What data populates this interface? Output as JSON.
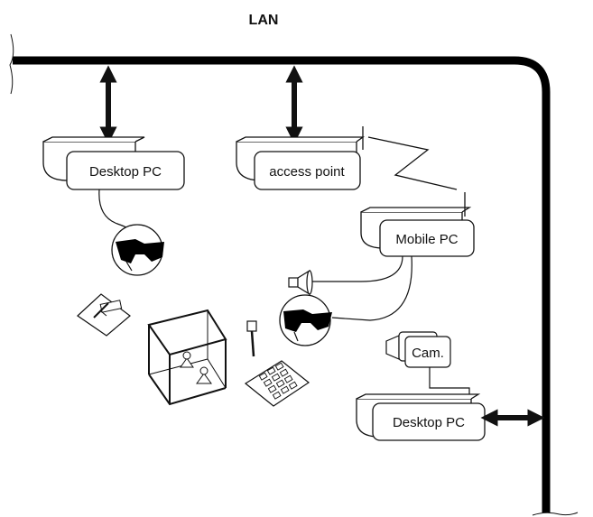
{
  "diagram": {
    "title": "LAN",
    "nodes": {
      "desktop_pc_top": {
        "label": "Desktop PC"
      },
      "access_point": {
        "label": "access point"
      },
      "mobile_pc": {
        "label": "Mobile PC"
      },
      "camera": {
        "label": "Cam."
      },
      "desktop_pc_bottom": {
        "label": "Desktop PC"
      }
    },
    "devices": [
      {
        "name": "user-head-left",
        "icon": "head-with-shutter-glasses-icon"
      },
      {
        "name": "user-head-right",
        "icon": "head-with-shutter-glasses-icon"
      },
      {
        "name": "tablet",
        "icon": "pen-tablet-icon"
      },
      {
        "name": "virtual-cube",
        "icon": "3d-cube-with-pawns-icon"
      },
      {
        "name": "stylus",
        "icon": "pen-stylus-icon"
      },
      {
        "name": "keypad",
        "icon": "keypad-grid-icon"
      },
      {
        "name": "speaker",
        "icon": "speaker-icon"
      },
      {
        "name": "video-camera",
        "icon": "video-camera-icon"
      }
    ],
    "links": [
      {
        "from": "LAN",
        "to": "Desktop PC",
        "type": "bidirectional"
      },
      {
        "from": "LAN",
        "to": "access point",
        "type": "bidirectional"
      },
      {
        "from": "access point",
        "to": "Mobile PC",
        "type": "wireless"
      },
      {
        "from": "Desktop PC",
        "to": "LAN",
        "type": "bidirectional"
      }
    ]
  }
}
